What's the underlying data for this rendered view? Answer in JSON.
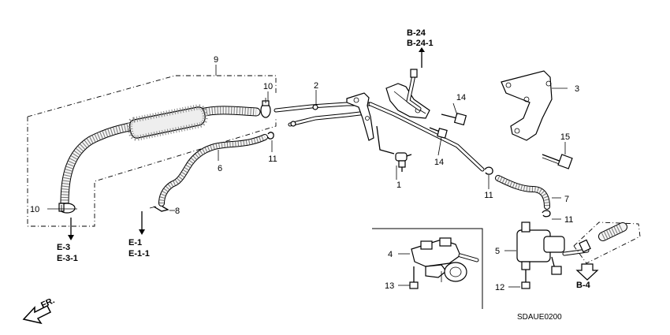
{
  "callouts": {
    "c1": "1",
    "c2": "2",
    "c3": "3",
    "c4": "4",
    "c5": "5",
    "c6": "6",
    "c7": "7",
    "c8": "8",
    "c9": "9",
    "c10a": "10",
    "c10b": "10",
    "c11a": "11",
    "c11b": "11",
    "c11c": "11",
    "c12": "12",
    "c13": "13",
    "c14a": "14",
    "c14b": "14",
    "c15": "15"
  },
  "references": {
    "b24": "B-24",
    "b241": "B-24-1",
    "e3": "E-3",
    "e31": "E-3-1",
    "e1": "E-1",
    "e11": "E-1-1",
    "b4": "B-4"
  },
  "front_label": "FR.",
  "diagram_code": "SDAUE0200"
}
